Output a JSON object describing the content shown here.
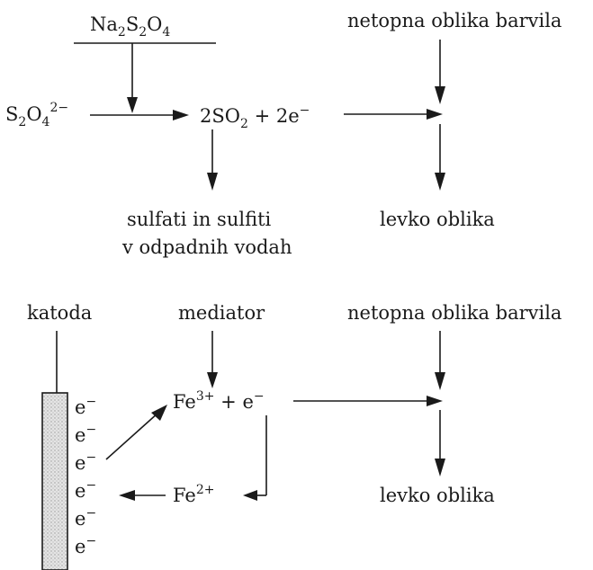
{
  "top": {
    "reagent": {
      "p1": "Na",
      "s1": "2",
      "p2": "S",
      "s2": "2",
      "p3": "O",
      "s3": "4"
    },
    "dithionite": {
      "p1": "S",
      "s1": "2",
      "p2": "O",
      "s2": "4",
      "sup": "2−"
    },
    "product": {
      "p1": "2SO",
      "s1": "2",
      "p2": " + 2e",
      "sup": "−"
    },
    "dye_insoluble": "netopna oblika barvila",
    "waste_line1": "sulfati in sulfiti",
    "waste_line2": "v odpadnih vodah",
    "leuco": "levko oblika"
  },
  "bottom": {
    "cathode": "katoda",
    "mediator": "mediator",
    "dye_insoluble": "netopna oblika barvila",
    "fe3": {
      "base": "Fe",
      "sup": "3+",
      "tail": " + e",
      "tail_sup": "−"
    },
    "fe2": {
      "base": "Fe",
      "sup": "2+"
    },
    "electron": {
      "base": "e",
      "sup": "−"
    },
    "leuco": "levko oblika"
  },
  "colors": {
    "ink": "#1a1a1a",
    "electrode_fill": "#d9d9d9"
  }
}
